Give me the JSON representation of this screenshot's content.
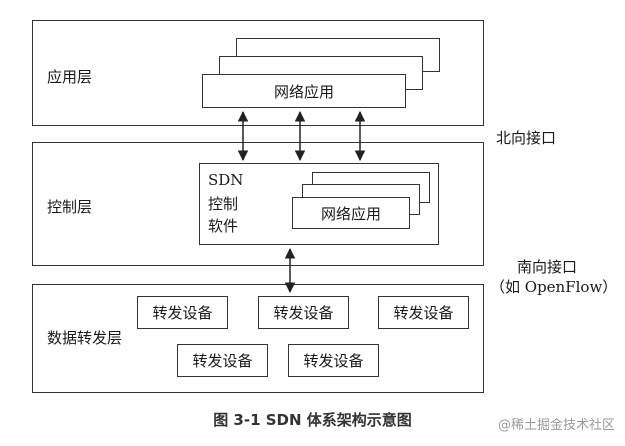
{
  "layers": {
    "application": "应用层",
    "control": "控制层",
    "data": "数据转发层"
  },
  "app_box": "网络应用",
  "controller_text": [
    "SDN",
    "控制",
    "软件"
  ],
  "control_app_box": "网络应用",
  "devices": [
    "转发设备",
    "转发设备",
    "转发设备",
    "转发设备",
    "转发设备"
  ],
  "northbound_label": "北向接口",
  "southbound_label": "南向接口",
  "southbound_sub": "（如 OpenFlow）",
  "caption": "图 3-1    SDN 体系架构示意图",
  "watermark": "@稀土掘金技术社区"
}
